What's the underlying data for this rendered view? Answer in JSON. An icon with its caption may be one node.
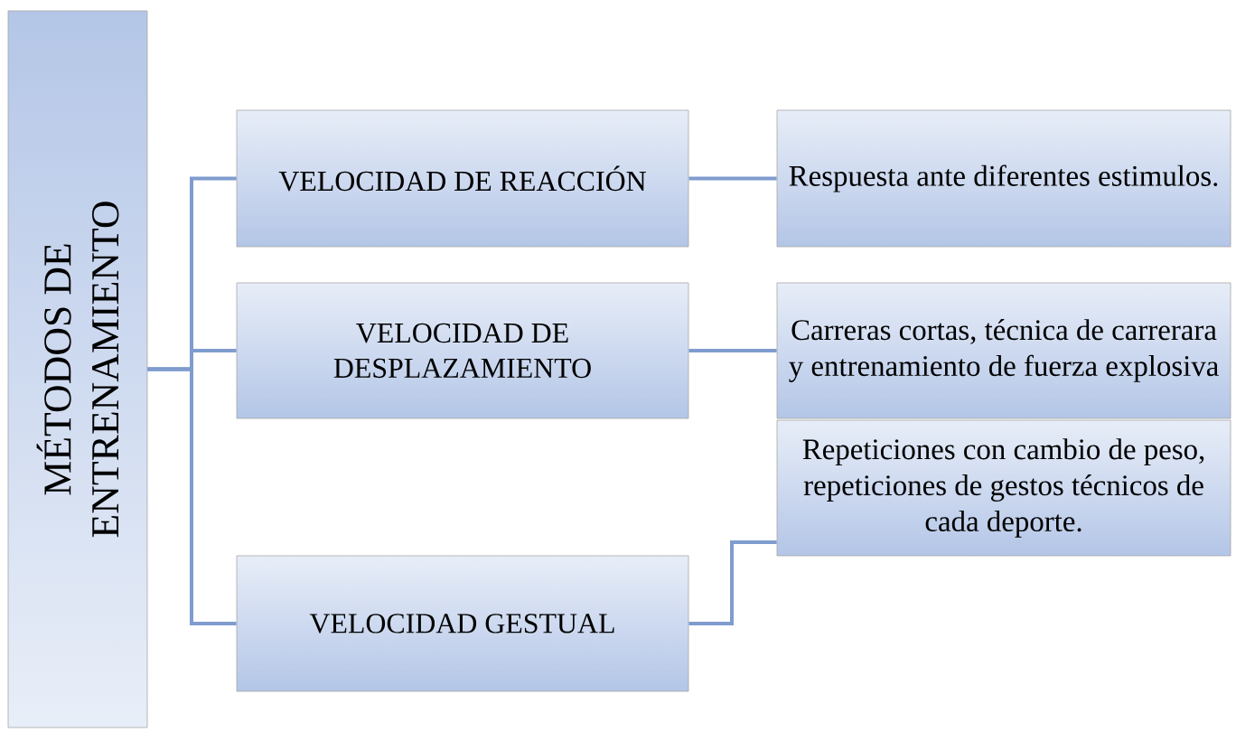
{
  "diagram": {
    "nodes": [
      {
        "text": [
          "MÉTODOS DE ENTRENAMIENTO"
        ]
      },
      {
        "text": [
          "VELOCIDAD DE REACCIÓN"
        ]
      },
      {
        "text": [
          "VELOCIDAD DE DESPLAZAMIENTO"
        ]
      },
      {
        "text": [
          "VELOCIDAD GESTUAL"
        ]
      },
      {
        "text": [
          "Respuesta ante diferentes estimulos."
        ]
      },
      {
        "text": [
          "Carreras cortas, técnica de carrerara y entrenamiento de fuerza explosiva"
        ]
      },
      {
        "text": [
          "Repeticiones con cambio de peso, repeticiones de gestos técnicos de cada deporte."
        ]
      }
    ],
    "edges": [
      {
        "from": 0,
        "to": 1,
        "arrow": "none"
      },
      {
        "from": 0,
        "to": 2,
        "arrow": "none"
      },
      {
        "from": 0,
        "to": 3,
        "arrow": "none"
      },
      {
        "from": 1,
        "to": 4,
        "arrow": "none"
      },
      {
        "from": 2,
        "to": 5,
        "arrow": "none"
      },
      {
        "from": 3,
        "to": 6,
        "arrow": "none"
      }
    ]
  }
}
